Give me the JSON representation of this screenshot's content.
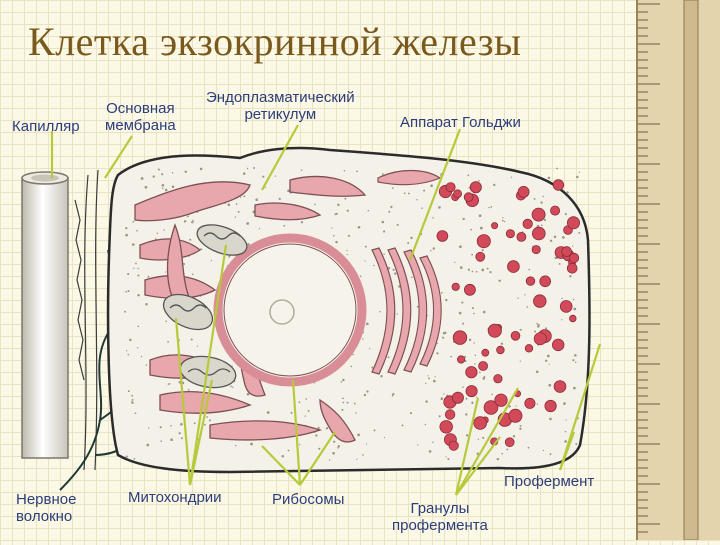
{
  "title": "Клетка экзокринной железы",
  "labels": {
    "capillary": "Капилляр",
    "basal_membrane": [
      "Основная",
      "мембрана"
    ],
    "er": [
      "Эндоплазматический",
      "ретикулум"
    ],
    "golgi": "Аппарат Гольджи",
    "nerve_fiber": [
      "Нервное",
      "волокно"
    ],
    "mitochondria": "Митохондрии",
    "ribosomes": "Рибосомы",
    "granules": [
      "Гранулы",
      "профермента"
    ],
    "proenzyme": "Профермент"
  },
  "colors": {
    "title": "#7a5a1c",
    "label": "#2c3e7a",
    "pointer": "#b8c93a",
    "er_fill": "#e7a7ad",
    "granule": "#d24a5a",
    "outline": "#2b2b2b",
    "cytoplasm": "#f3f1e8",
    "nerve": "#1f3a34"
  }
}
